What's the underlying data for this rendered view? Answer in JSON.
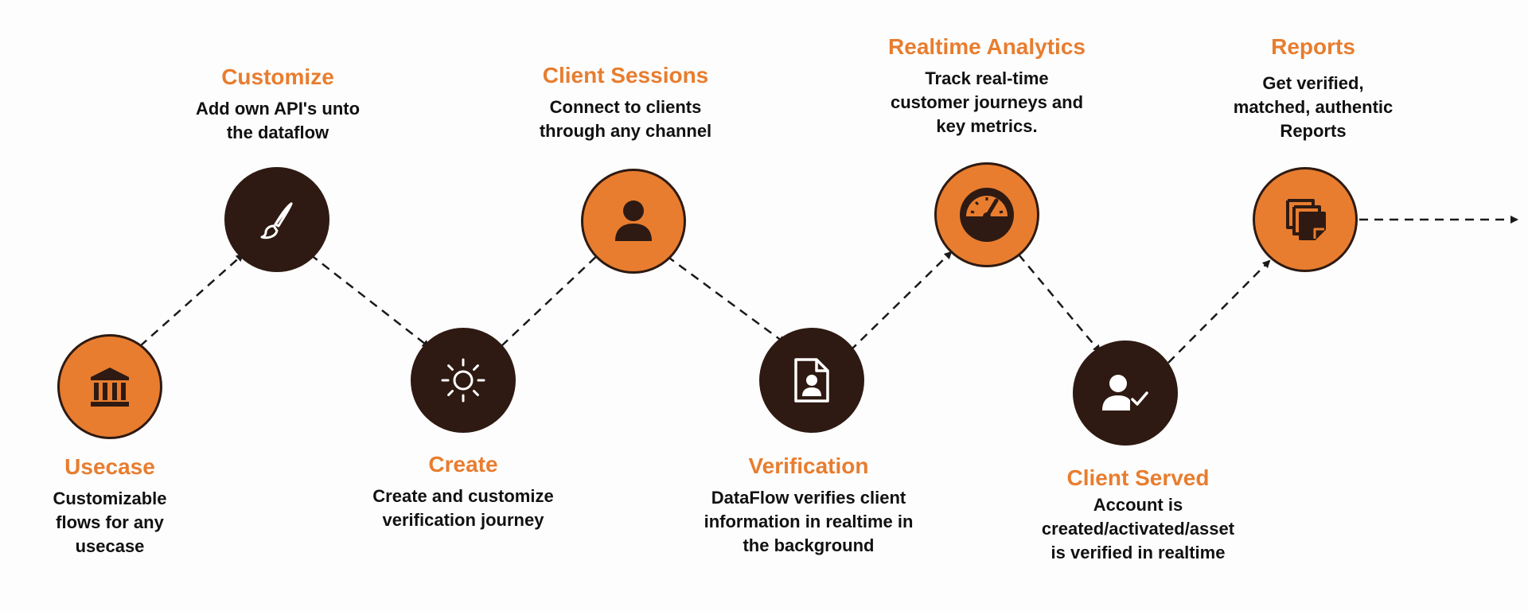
{
  "colors": {
    "accent": "#e87d2f",
    "dark": "#2e1a12",
    "text": "#111111"
  },
  "steps": [
    {
      "title": "Usecase",
      "desc": [
        "Customizable",
        "flows for any",
        "usecase"
      ],
      "icon": "bank-icon",
      "fill": "orange"
    },
    {
      "title": "Customize",
      "desc": [
        "Add own API's unto",
        "the dataflow"
      ],
      "icon": "paintbrush-icon",
      "fill": "dark"
    },
    {
      "title": "Create",
      "desc": [
        "Create and customize",
        "verification journey"
      ],
      "icon": "sun-icon",
      "fill": "dark"
    },
    {
      "title": "Client Sessions",
      "desc": [
        "Connect to clients",
        "through any channel"
      ],
      "icon": "person-icon",
      "fill": "orange"
    },
    {
      "title": "Verification",
      "desc": [
        "DataFlow verifies client",
        "information in realtime in",
        "the background"
      ],
      "icon": "id-document-icon",
      "fill": "dark"
    },
    {
      "title": "Realtime Analytics",
      "desc": [
        "Track real-time",
        "customer journeys and",
        "key metrics."
      ],
      "icon": "gauge-icon",
      "fill": "orange"
    },
    {
      "title": "Client Served",
      "desc": [
        "Account is",
        "created/activated/asset",
        "is verified in realtime"
      ],
      "icon": "user-check-icon",
      "fill": "dark"
    },
    {
      "title": "Reports",
      "desc": [
        "Get verified,",
        "matched, authentic",
        "Reports"
      ],
      "icon": "documents-icon",
      "fill": "orange"
    }
  ]
}
